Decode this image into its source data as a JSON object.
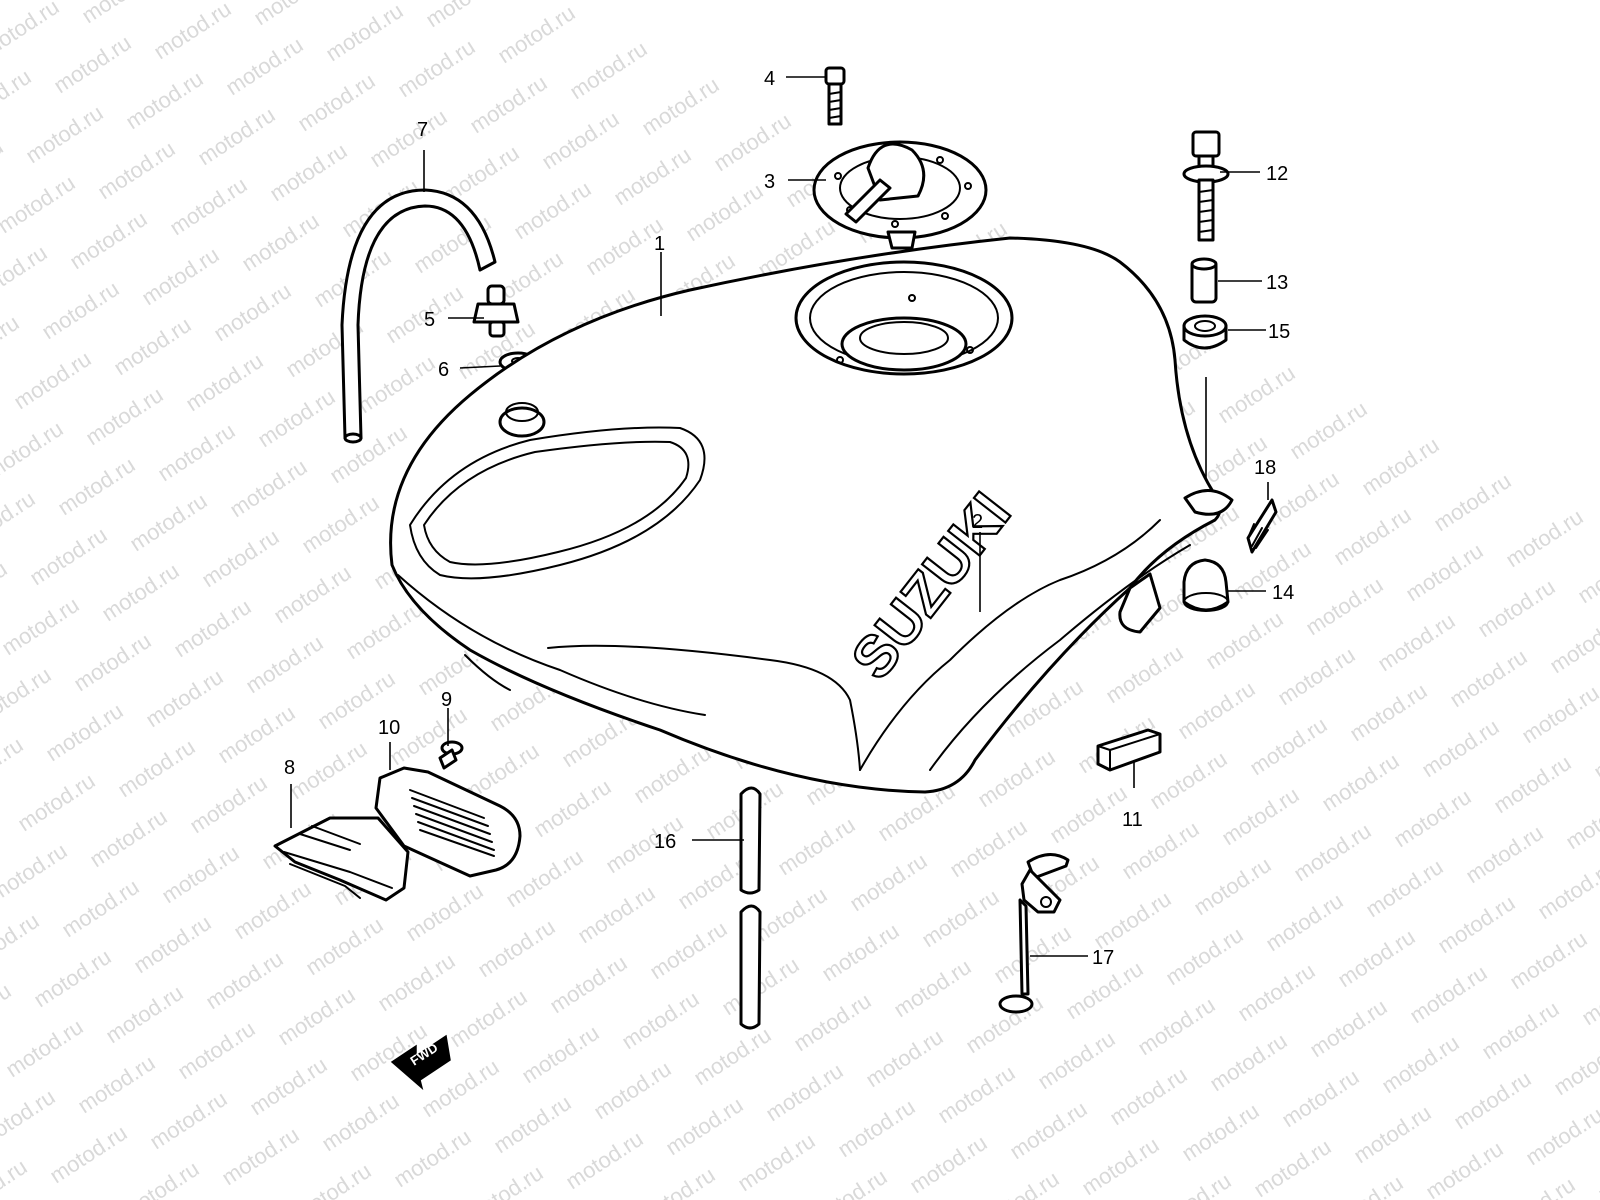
{
  "watermark": "motod.ru",
  "brand_logo": "SUZUKI",
  "direction_marker": "FWD",
  "callouts": [
    "1",
    "2",
    "3",
    "4",
    "5",
    "6",
    "7",
    "8",
    "9",
    "10",
    "11",
    "12",
    "13",
    "14",
    "15",
    "16",
    "17",
    "18"
  ],
  "colors": {
    "line": "#000000",
    "background": "#ffffff",
    "watermark": "#d9d9d9"
  }
}
